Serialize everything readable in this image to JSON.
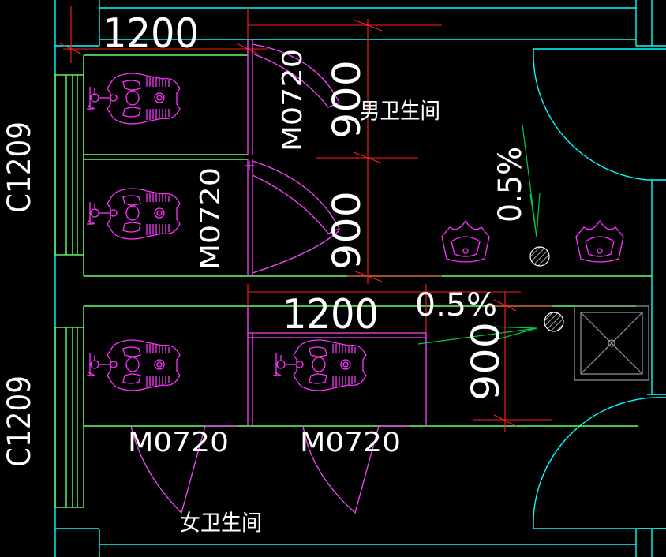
{
  "labels": {
    "dim_top": "1200",
    "dim_mid": "1200",
    "dim_900_a": "900",
    "dim_900_b": "900",
    "dim_900_c": "900",
    "door_m1": "M0720",
    "door_m2": "M0720",
    "door_m3": "M0720",
    "door_m4": "M0720",
    "window_c1": "C1209",
    "window_c2": "C1209",
    "room_men": "男卫生间",
    "room_women": "女卫生间",
    "slope_1": "0.5%",
    "slope_2": "0.5%"
  },
  "colors": {
    "wall": "#00ffff",
    "partition": "#66ff66",
    "dimension": "#ff2020",
    "fixture": "#ff33ff",
    "text": "#ffffff",
    "shower": "#9a9a9a"
  }
}
